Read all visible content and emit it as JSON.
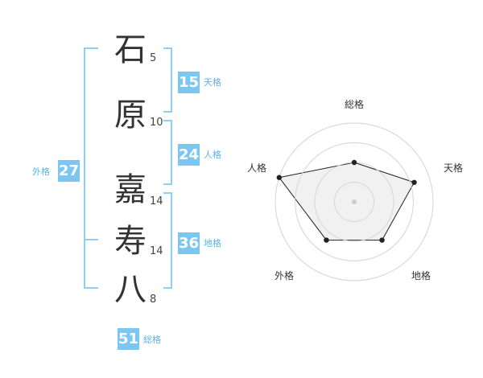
{
  "name_chars": [
    {
      "char": "石",
      "strokes": "5"
    },
    {
      "char": "原",
      "strokes": "10"
    },
    {
      "char": "嘉",
      "strokes": "14"
    },
    {
      "char": "寿",
      "strokes": "14"
    },
    {
      "char": "八",
      "strokes": "8"
    }
  ],
  "kaku": {
    "tenkaku": {
      "value": "15",
      "label": "天格"
    },
    "jinkaku": {
      "value": "24",
      "label": "人格"
    },
    "chikaku": {
      "value": "36",
      "label": "地格"
    },
    "gaikaku": {
      "value": "27",
      "label": "外格"
    },
    "soukaku": {
      "value": "51",
      "label": "総格"
    }
  },
  "radar": {
    "axes": [
      "総格",
      "天格",
      "地格",
      "外格",
      "人格"
    ],
    "levels": 4,
    "values": [
      0.5,
      0.8,
      0.6,
      0.6,
      1.0
    ]
  },
  "colors": {
    "accent": "#7cc7f2",
    "bracket": "#8fcff5",
    "label_text": "#5bb3e6",
    "radar_fill": "#eeeeee",
    "radar_stroke": "#222222"
  }
}
